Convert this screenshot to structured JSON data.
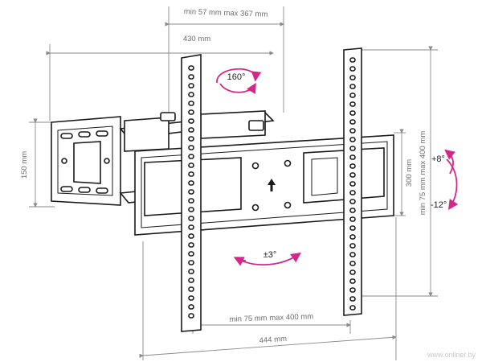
{
  "dimensions": {
    "arm_extension": "min 57 mm max 367 mm",
    "arm_width": "430 mm",
    "wall_plate_height": "150 mm",
    "vesa_vertical": "min 75 mm max 400 mm",
    "plate_height": "300 mm",
    "vesa_horizontal": "min 75 mm max 400 mm",
    "overall_width": "444 mm"
  },
  "angles": {
    "swivel": "160°",
    "tilt_up": "+8°",
    "tilt_down": "-12°",
    "rotation": "±3°"
  },
  "watermark": "www.onliner.by",
  "colors": {
    "accent": "#d4278a",
    "dimension_line": "#8a8a8a",
    "drawing": "#1a1a1a"
  }
}
